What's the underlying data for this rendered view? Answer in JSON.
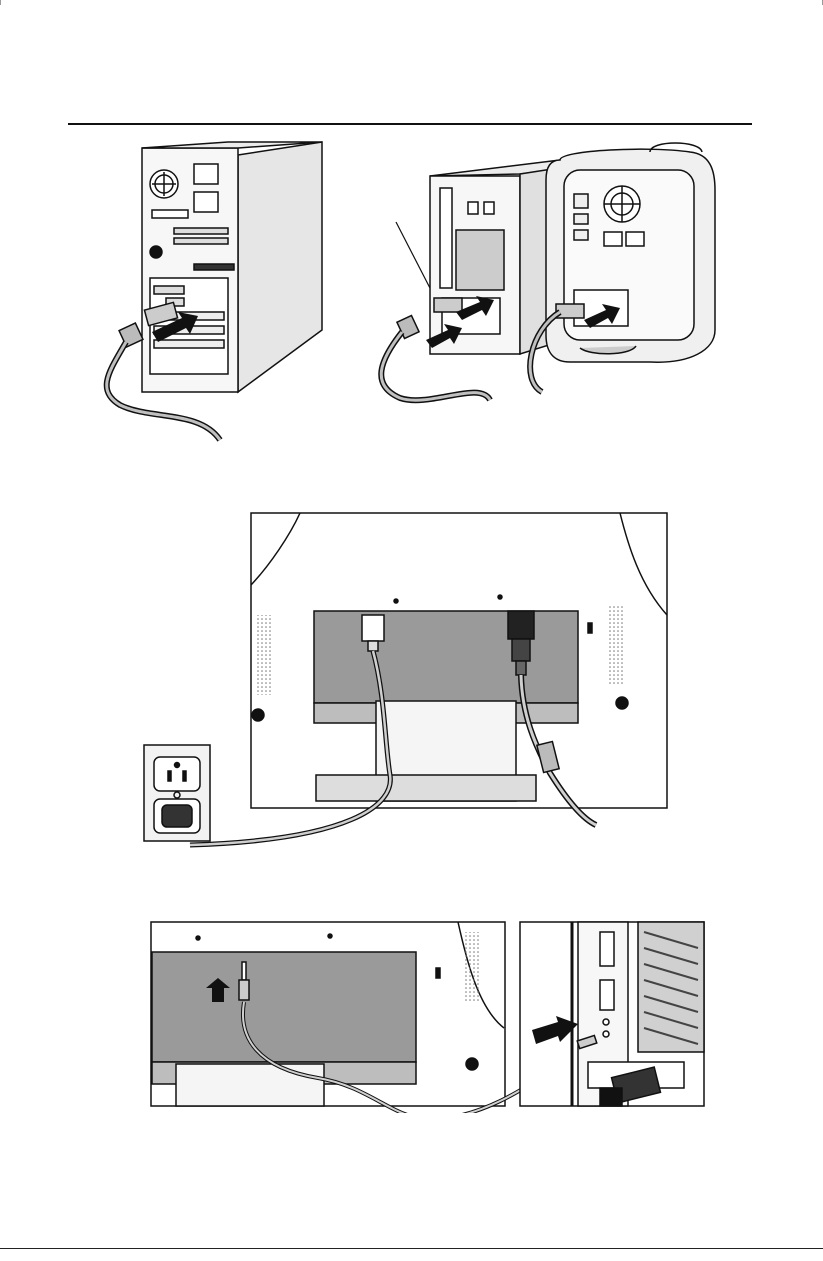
{
  "page": {
    "title": "",
    "figures": [
      {
        "id": "figure-pc-connection",
        "caption": ""
      },
      {
        "id": "figure-monitor-power-signal",
        "caption": ""
      },
      {
        "id": "figure-audio-connection",
        "caption": ""
      }
    ]
  },
  "colors": {
    "line": "#111111",
    "fill_light": "#f2f2f2",
    "fill_mid": "#cfcfcf",
    "fill_dark": "#8c8c8c",
    "cable": "#b8b8b8"
  },
  "icons": [
    "computer-tower-icon",
    "mac-tower-icon",
    "monitor-back-icon",
    "wall-outlet-icon",
    "arrow-icon",
    "audio-plug-icon",
    "vga-connector-icon"
  ]
}
